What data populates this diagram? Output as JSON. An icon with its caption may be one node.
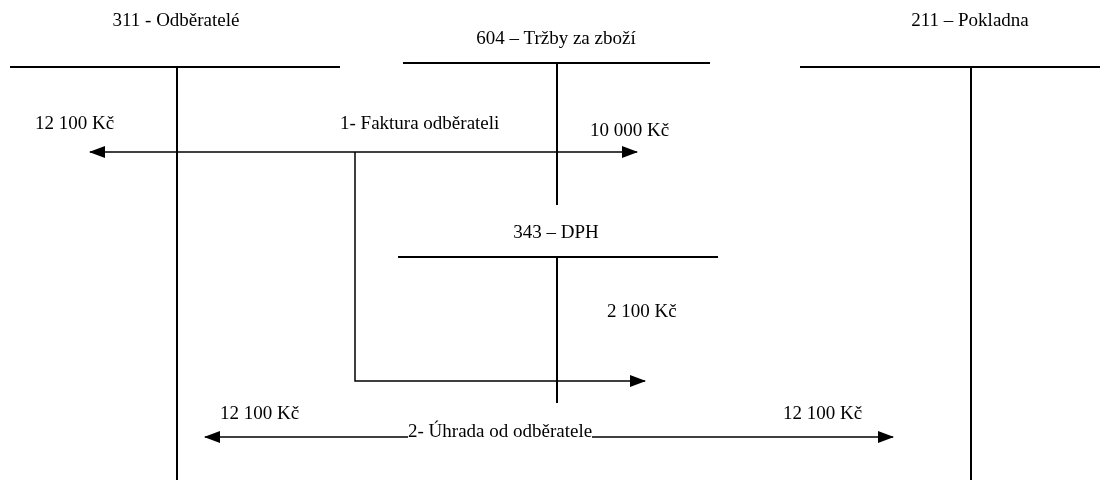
{
  "diagram": {
    "nodes": [
      {
        "text": [
          "311 - Odběratelé"
        ]
      },
      {
        "text": [
          "604 – Tržby za zboží"
        ]
      },
      {
        "text": [
          "211 – Pokladna"
        ]
      },
      {
        "text": [
          "343 – DPH"
        ]
      }
    ],
    "edges": [
      {
        "from": 0,
        "to": 1,
        "arrow": "both",
        "label": "1- Faktura odběrateli"
      },
      {
        "from": 0,
        "to": 3,
        "arrow": "to"
      },
      {
        "from": 0,
        "to": 2,
        "arrow": "both",
        "label": "2- Úhrada od odběratele"
      }
    ],
    "labels": [
      "12 100 Kč",
      "10 000 Kč",
      "2 100 Kč",
      "12 100 Kč",
      "12 100 Kč"
    ]
  }
}
